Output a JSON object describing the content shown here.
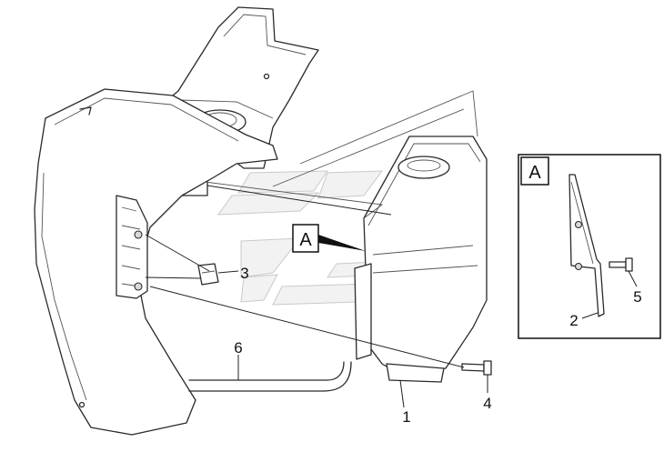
{
  "view_label": "A",
  "callouts": {
    "c1": "1",
    "c2": "2",
    "c3": "3",
    "c4": "4",
    "c5": "5",
    "c6": "6"
  },
  "detail": {
    "label": "A",
    "callout_2": "2",
    "callout_5": "5"
  }
}
